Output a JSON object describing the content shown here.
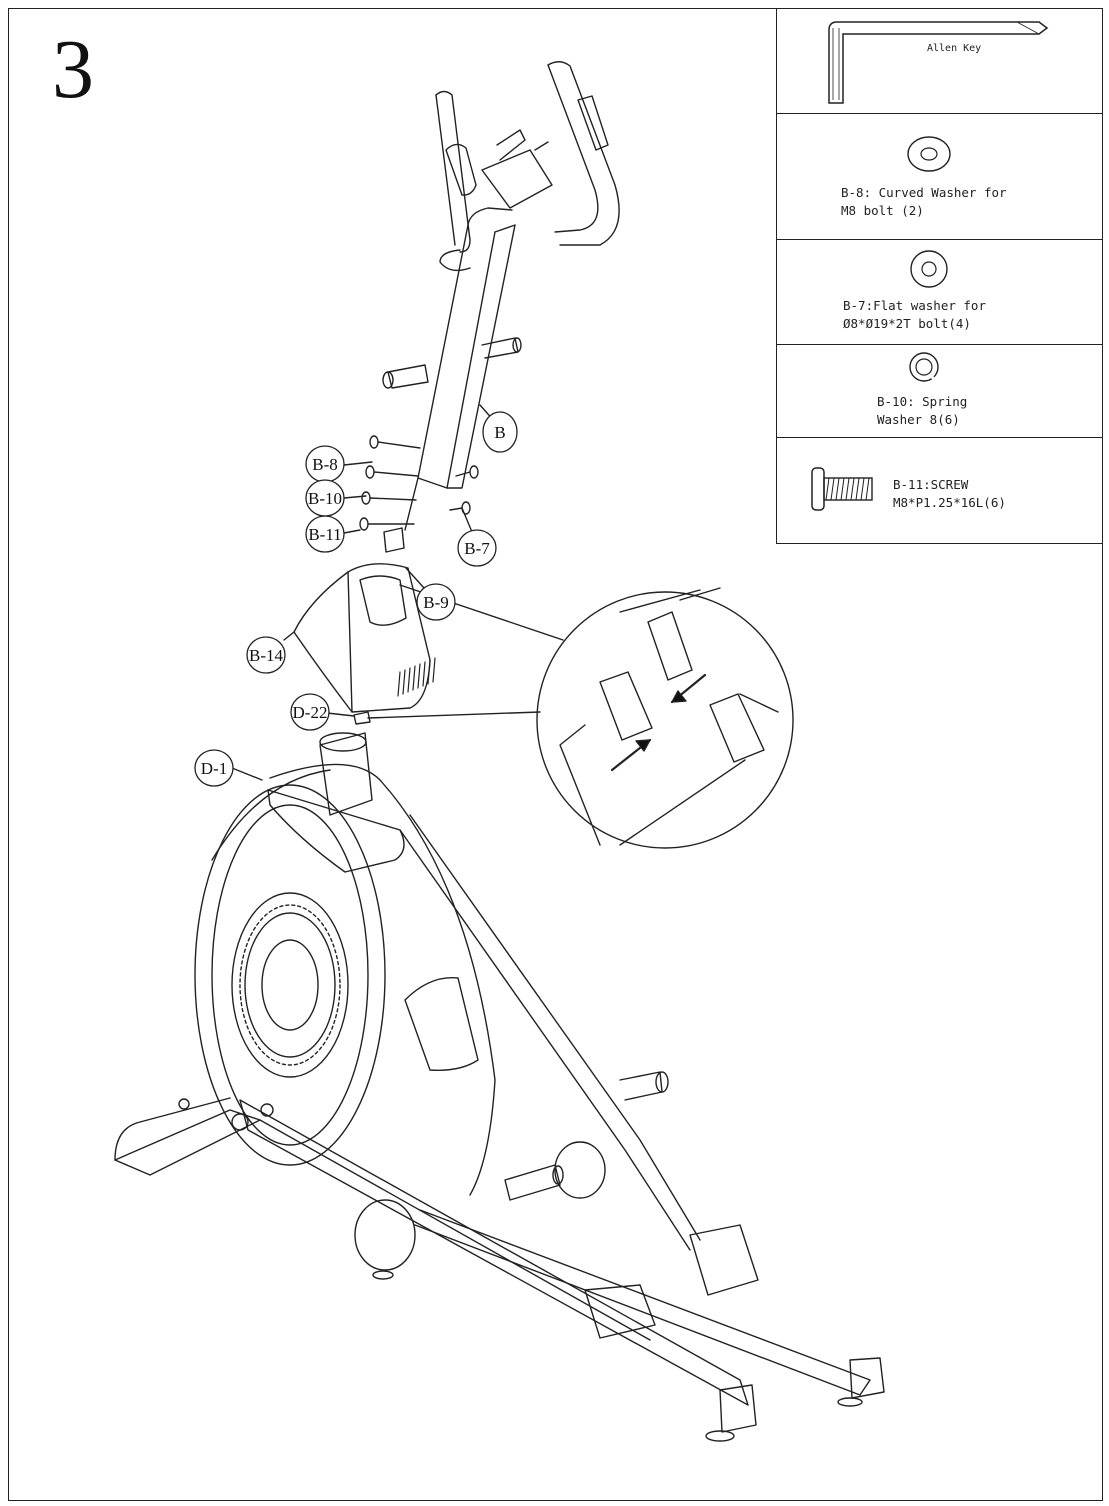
{
  "step": "3",
  "parts": [
    {
      "id": "allen-key",
      "label": "Allen Key"
    },
    {
      "id": "B-8",
      "line1": "B-8: Curved Washer for",
      "line2": "M8 bolt (2)"
    },
    {
      "id": "B-7",
      "line1": "B-7:Flat washer for",
      "line2": "Ø8*Ø19*2T bolt(4)"
    },
    {
      "id": "B-10",
      "line1": "B-10: Spring",
      "line2": "Washer 8(6)"
    },
    {
      "id": "B-11",
      "line1": "B-11:SCREW",
      "line2": "M8*P1.25*16L(6)"
    }
  ],
  "callouts": {
    "B": "B",
    "B8": "B-8",
    "B10": "B-10",
    "B11": "B-11",
    "B7": "B-7",
    "B9": "B-9",
    "B14": "B-14",
    "D22": "D-22",
    "D1": "D-1"
  },
  "label_pattern": "||||||||"
}
